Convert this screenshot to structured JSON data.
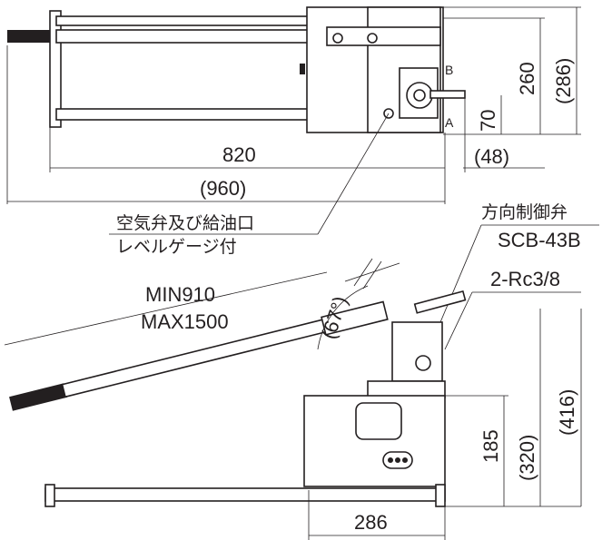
{
  "top_view": {
    "dim_length": "820",
    "dim_length_max": "(960)",
    "dim_height": "260",
    "dim_height_max": "(286)",
    "dim_port": "70",
    "dim_offset": "(48)",
    "port_b": "B",
    "port_a": "A"
  },
  "callouts": {
    "air_valve_line1": "空気弁及び給油口",
    "air_valve_line2": "レベルゲージ付",
    "direction_valve_line1": "方向制御弁",
    "direction_valve_line2": "SCB-43B",
    "port_thread": "2-Rc3/8"
  },
  "side_view": {
    "handle_min": "MIN910",
    "handle_max": "MAX1500",
    "handle_angle": "(67°)",
    "dim_tank_height": "185",
    "dim_body_height": "(320)",
    "dim_total_height": "(416)",
    "dim_width": "286"
  }
}
